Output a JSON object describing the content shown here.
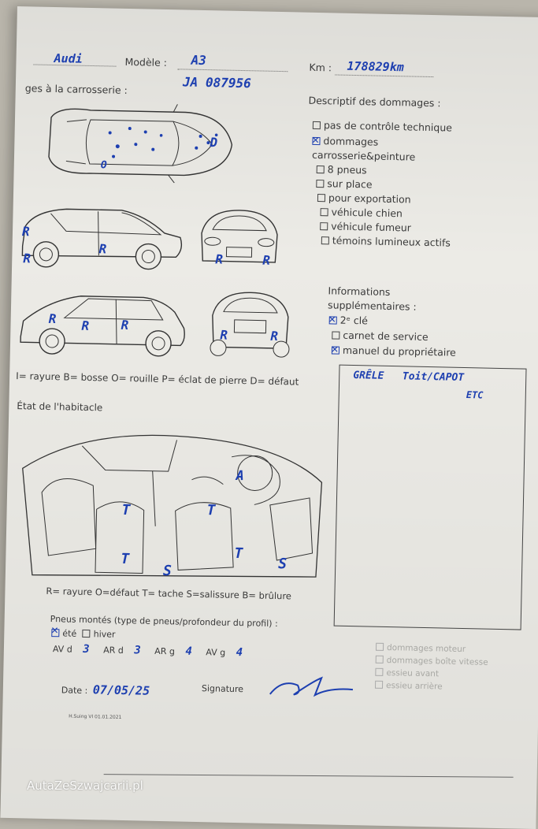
{
  "header": {
    "brand_label": "",
    "brand_value": "Audi",
    "model_label": "Modèle :",
    "model_value": "A3",
    "km_label": "Km :",
    "km_value": "178829km",
    "plate_value": "JA 087956",
    "section_bodywork": "ges à la carrosserie :"
  },
  "damage_description": {
    "title": "Descriptif des dommages :",
    "items": [
      {
        "label": "pas de contrôle technique",
        "checked": false
      },
      {
        "label": "dommages carrosserie&peinture",
        "checked": true
      },
      {
        "label": "8 pneus",
        "checked": false
      },
      {
        "label": "sur place",
        "checked": false
      },
      {
        "label": "pour exportation",
        "checked": false
      },
      {
        "label": "véhicule chien",
        "checked": false
      },
      {
        "label": "véhicule fumeur",
        "checked": false
      },
      {
        "label": "témoins lumineux actifs",
        "checked": false
      }
    ]
  },
  "info": {
    "title": "Informations supplémentaires :",
    "items": [
      {
        "label": "2ᵉ clé",
        "checked": true
      },
      {
        "label": "carnet de service",
        "checked": false
      },
      {
        "label": "manuel du propriétaire",
        "checked": true
      }
    ]
  },
  "notes": {
    "line1": "GRÊLE   Toit/CAPOT",
    "line2": "ETC"
  },
  "legend_body": "I= rayure B= bosse O= rouille P= éclat de pierre D= défaut",
  "interior_title": "État de l'habitacle",
  "legend_interior": "R= rayure O=défaut T= tache S=salissure B= brûlure",
  "tires": {
    "title": "Pneus montés (type de pneus/profondeur du profil) :",
    "ete_label": "été",
    "hiver_label": "hiver",
    "av_d_label": "AV d",
    "av_d_value": "3",
    "ar_d_label": "AR d",
    "ar_d_value": "3",
    "ar_g_label": "AR g",
    "ar_g_value": "4",
    "av_g_label": "AV g",
    "av_g_value": "4"
  },
  "extra_damage": {
    "items": [
      "dommages moteur",
      "dommages boîte vitesse",
      "essieu avant",
      "essieu arrière"
    ]
  },
  "footer": {
    "date_label": "Date :",
    "date_value": "07/05/25",
    "signature_label": "Signature",
    "form_ref": "H.Suing VI 01.01.2021"
  },
  "body_marks": {
    "top_d": "D",
    "top_o": "O",
    "side_r": [
      "R",
      "R",
      "R",
      "R",
      "R",
      "R",
      "R",
      "R",
      "R",
      "R"
    ],
    "interior_t": [
      "T",
      "T",
      "T",
      "T"
    ],
    "interior_s": [
      "S",
      "S"
    ],
    "interior_a": "A"
  },
  "watermark": "AutaZeSzwajcarii.pl",
  "colors": {
    "ink": "#1d3fb0",
    "paper": "#ecebe6"
  }
}
